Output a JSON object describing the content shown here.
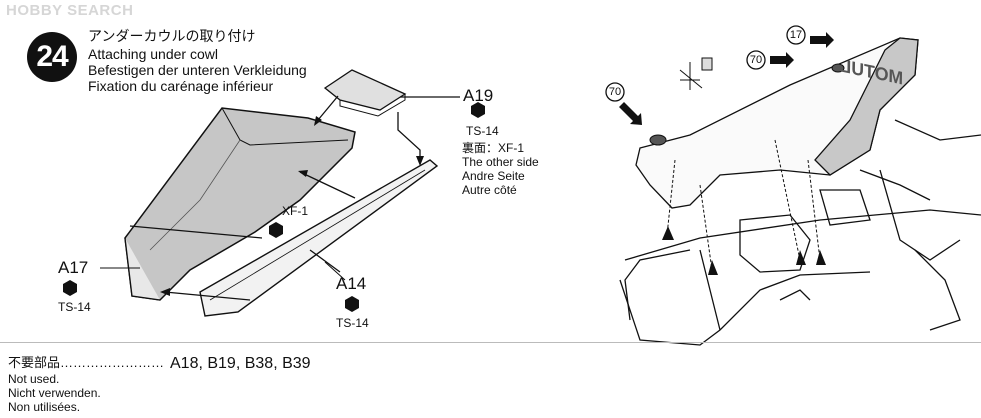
{
  "watermark": "HOBBY SEARCH",
  "step": {
    "number": "24",
    "title_ja": "アンダーカウルの取り付け",
    "title_en": "Attaching under cowl",
    "title_de": "Befestigen der unteren Verkleidung",
    "title_fr": "Fixation du carénage inférieur"
  },
  "parts": {
    "a19": "A19",
    "a17": "A17",
    "a14": "A14",
    "ts14_a19": "TS-14",
    "ts14_a17": "TS-14",
    "ts14_a14": "TS-14",
    "xf1_inner": "XF-1",
    "other_side_ja": "裏面：XF-1",
    "other_side_en": "The other side",
    "other_side_de": "Andre Seite",
    "other_side_fr": "Autre côté"
  },
  "callouts": {
    "c17": "17",
    "c70a": "70",
    "c70b": "70"
  },
  "fairing_text": "MOTUL",
  "not_used": {
    "ja": "不要部品……………………",
    "parts": "A18, B19, B38, B39",
    "en": "Not used.",
    "de": "Nicht verwenden.",
    "fr": "Non utilisées."
  },
  "colors": {
    "ink": "#111111",
    "panel_gray": "#c8c8c8",
    "watermark": "#d6d6d6"
  }
}
